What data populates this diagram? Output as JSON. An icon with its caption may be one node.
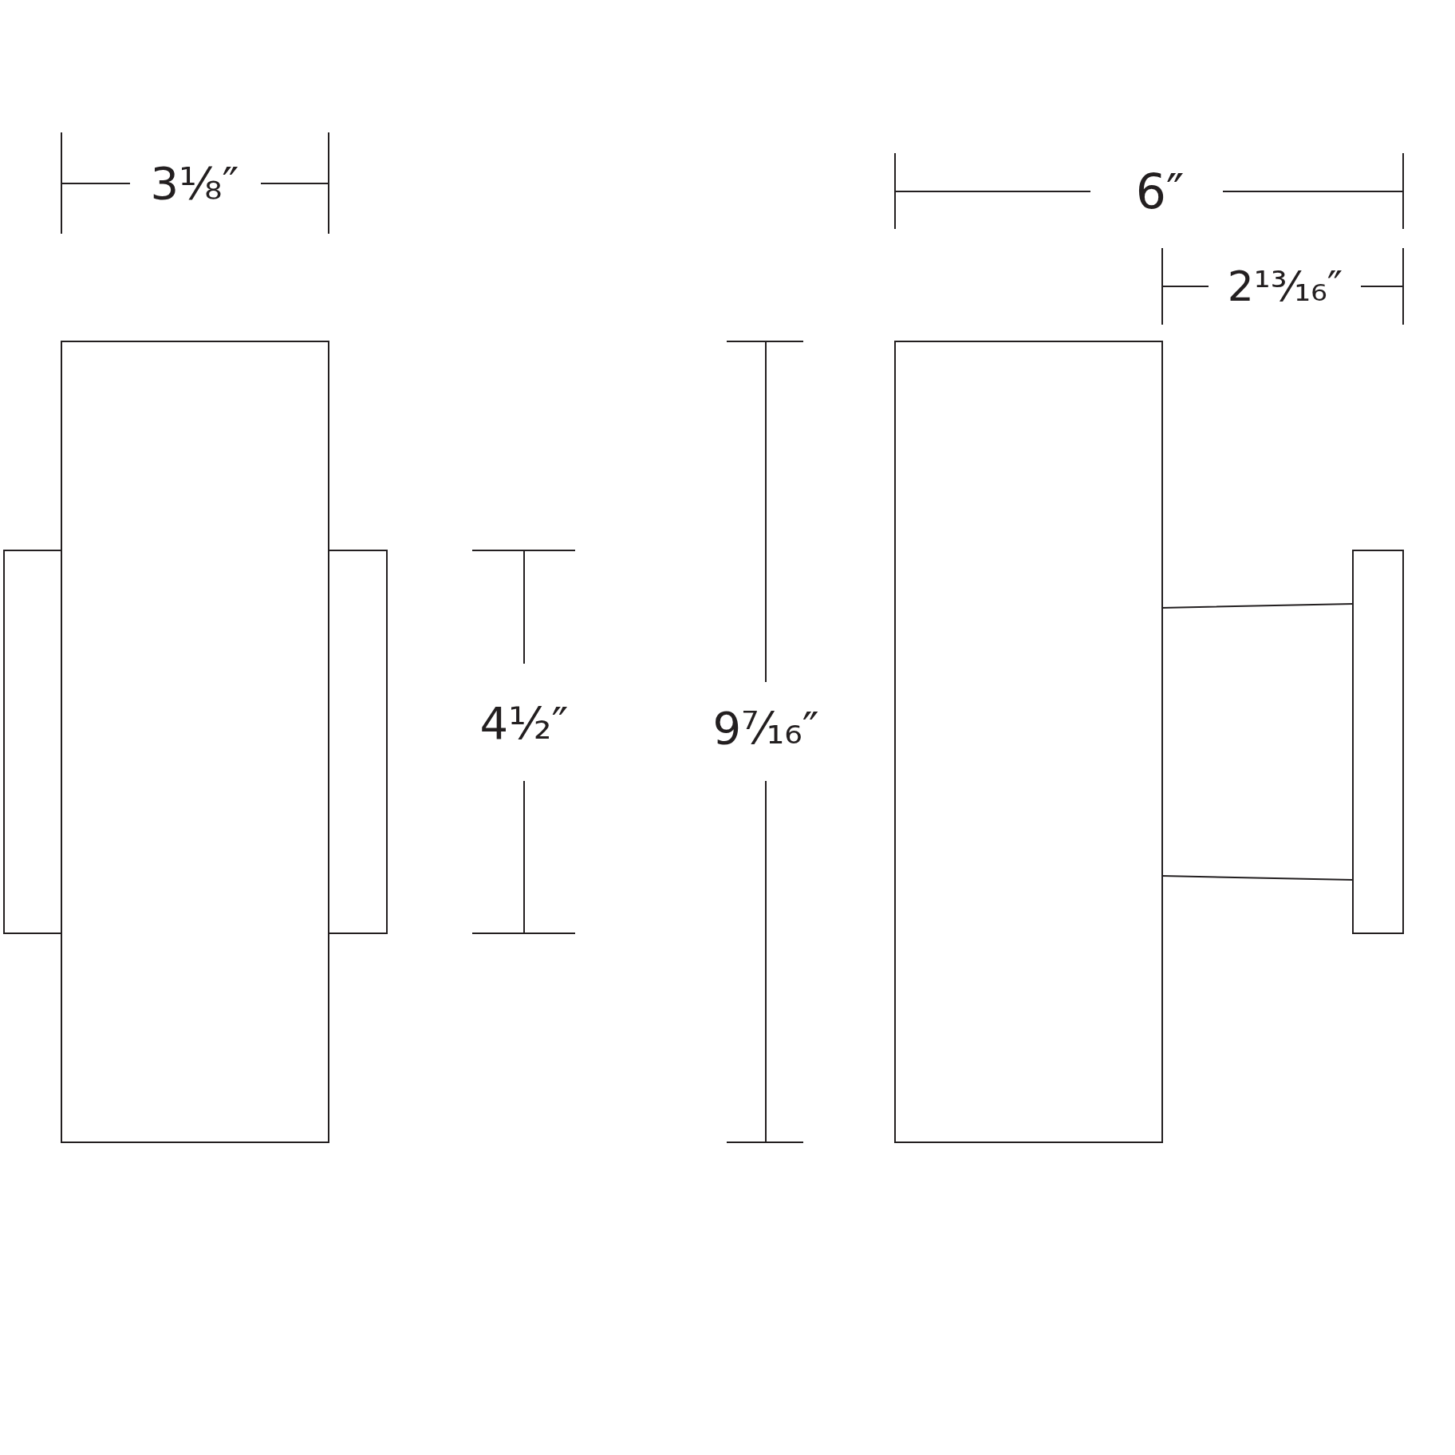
{
  "diagram": {
    "labels": [
      "3⅛″",
      "6″",
      "2¹³⁄₁₆″",
      "4½″",
      "9⁷⁄₁₆″"
    ]
  }
}
